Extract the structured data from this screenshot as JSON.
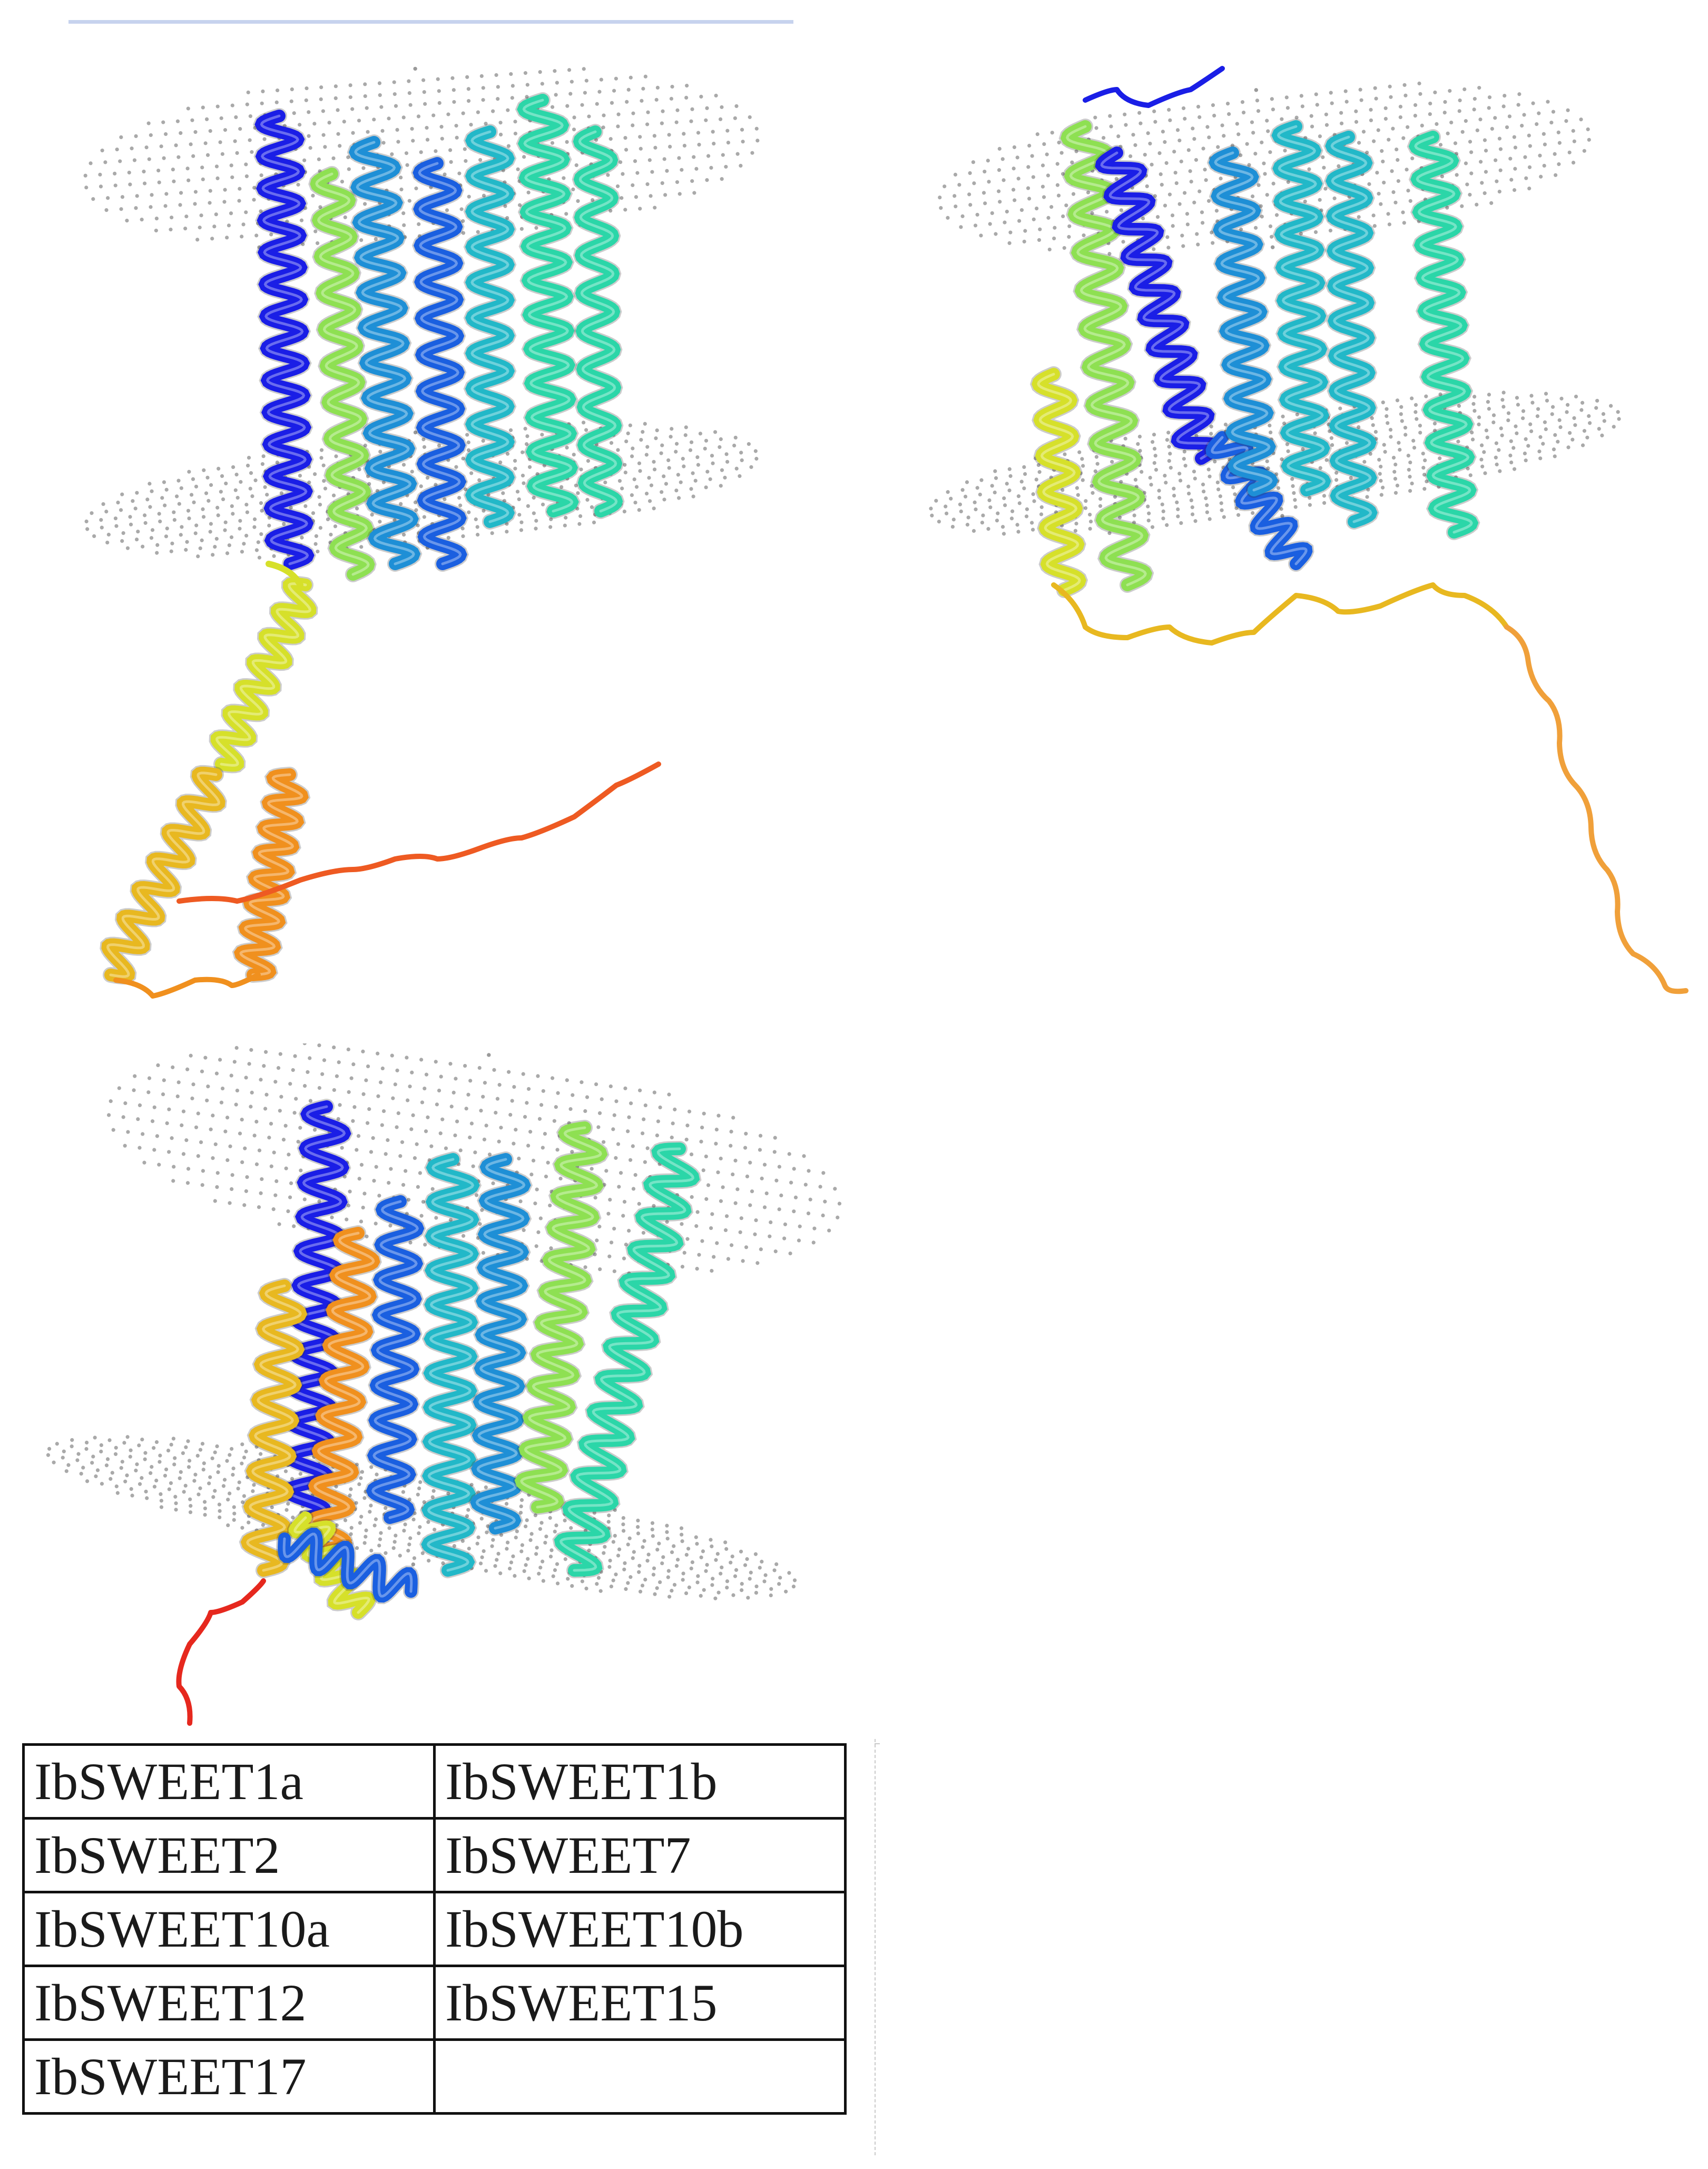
{
  "figure": {
    "structures": [
      {
        "label": "structure-1",
        "palette": [
          "#1a1ee6",
          "#1a5fe0",
          "#1e8fd6",
          "#22b8c8",
          "#2bd6a8",
          "#8ee052",
          "#d6e02a",
          "#e8b820",
          "#f0901e",
          "#ee5a22",
          "#e6281e"
        ]
      },
      {
        "label": "structure-2",
        "palette": [
          "#1a1ee6",
          "#1a5fe0",
          "#1e8fd6",
          "#22b8c8",
          "#2bd6a8",
          "#8ee052",
          "#d6e02a",
          "#e8b820",
          "#f0a03a"
        ]
      },
      {
        "label": "structure-3",
        "palette": [
          "#1a1ee6",
          "#1a5fe0",
          "#1e8fd6",
          "#22b8c8",
          "#2bd6a8",
          "#8ee052",
          "#d6e02a",
          "#e8b820",
          "#f0901e",
          "#e6281e"
        ]
      }
    ],
    "membrane_color": "#9a9a9a"
  },
  "table": {
    "rows": [
      [
        "IbSWEET1a",
        "IbSWEET1b"
      ],
      [
        "IbSWEET2",
        "IbSWEET7"
      ],
      [
        "IbSWEET10a",
        "IbSWEET10b"
      ],
      [
        "IbSWEET12",
        "IbSWEET15"
      ],
      [
        "IbSWEET17",
        ""
      ]
    ]
  }
}
